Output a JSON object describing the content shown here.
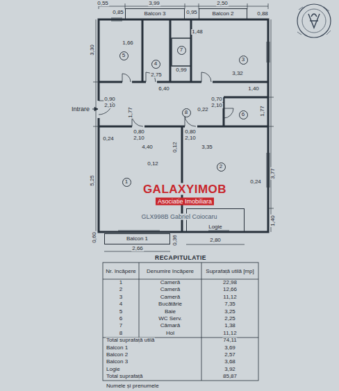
{
  "diagram": {
    "nodes": [
      {
        "text": [
          "Balcon 3"
        ]
      },
      {
        "text": [
          "Balcon 2"
        ]
      },
      {
        "text": [
          "5"
        ]
      },
      {
        "text": [
          "4"
        ]
      },
      {
        "text": [
          "7"
        ]
      },
      {
        "text": [
          "3"
        ]
      },
      {
        "text": [
          "8"
        ]
      },
      {
        "text": [
          "6"
        ]
      },
      {
        "text": [
          "1"
        ]
      },
      {
        "text": [
          "2"
        ]
      },
      {
        "text": [
          "Balcon 1"
        ]
      },
      {
        "text": [
          "Logie"
        ]
      }
    ],
    "labels": [
      "0,55",
      "0,85",
      "3,99",
      "0,95",
      "2,50",
      "0,88",
      "1,66",
      "3,30",
      "2,75",
      "1,48",
      "0,99",
      "3,32",
      "1,40",
      "6,40",
      "Intrare",
      "0,90",
      "2,10",
      "1,77",
      "0,22",
      "0,70",
      "2,10",
      "1,77",
      "0,80",
      "2,10",
      "0,80",
      "2,10",
      "0,24",
      "4,40",
      "0,12",
      "3,35",
      "0,12",
      "0,24",
      "5,25",
      "3,77",
      "1,40",
      "0,60",
      "2,66",
      "0,36",
      "2,80",
      "GALAXYIMOB",
      "Asociatie Imobiliara",
      "GLX998B Gabriel Coiocaru",
      "RECAPITULATIE",
      "Nr. încăpere",
      "Denumire încăpere",
      "Suprafață utilă [mp]",
      "1",
      "Cameră",
      "22,98",
      "2",
      "Cameră",
      "12,66",
      "3",
      "Cameră",
      "11,12",
      "4",
      "Bucătărie",
      "7,35",
      "5",
      "Baie",
      "3,25",
      "6",
      "WC Serv.",
      "2,25",
      "7",
      "Cămară",
      "1,38",
      "8",
      "Hol",
      "11,12",
      "Total suprafață utilă",
      "74,11",
      "Balcon 1",
      "3,69",
      "Balcon 2",
      "2,57",
      "Balcon 3",
      "3,68",
      "Logie",
      "3,92",
      "Total suprafață",
      "85,87",
      "Numele și prenumele"
    ]
  }
}
